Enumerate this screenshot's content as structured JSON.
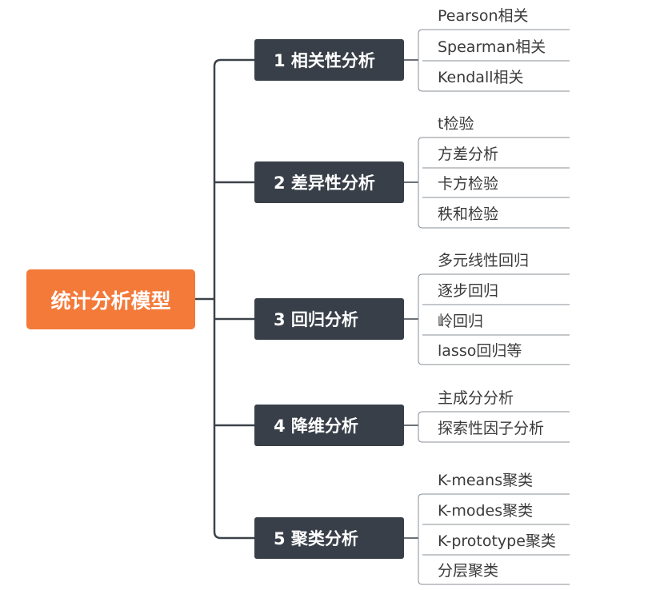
{
  "root": {
    "label": "统计分析模型"
  },
  "branches": [
    {
      "label": "1 相关性分析",
      "leaves": [
        "Pearson相关",
        "Spearman相关",
        "Kendall相关"
      ]
    },
    {
      "label": "2 差异性分析",
      "leaves": [
        "t检验",
        "方差分析",
        "卡方检验",
        "秩和检验"
      ]
    },
    {
      "label": "3 回归分析",
      "leaves": [
        "多元线性回归",
        "逐步回归",
        "岭回归",
        "lasso回归等"
      ]
    },
    {
      "label": "4 降维分析",
      "leaves": [
        "主成分分析",
        "探索性因子分析"
      ]
    },
    {
      "label": "5 聚类分析",
      "leaves": [
        "K-means聚类",
        "K-modes聚类",
        "K-prototype聚类",
        "分层聚类"
      ]
    }
  ],
  "colors": {
    "root": "#f47a3a",
    "branch": "#383f48",
    "line": "#3c4249",
    "leaf_line": "#8a8f96"
  }
}
